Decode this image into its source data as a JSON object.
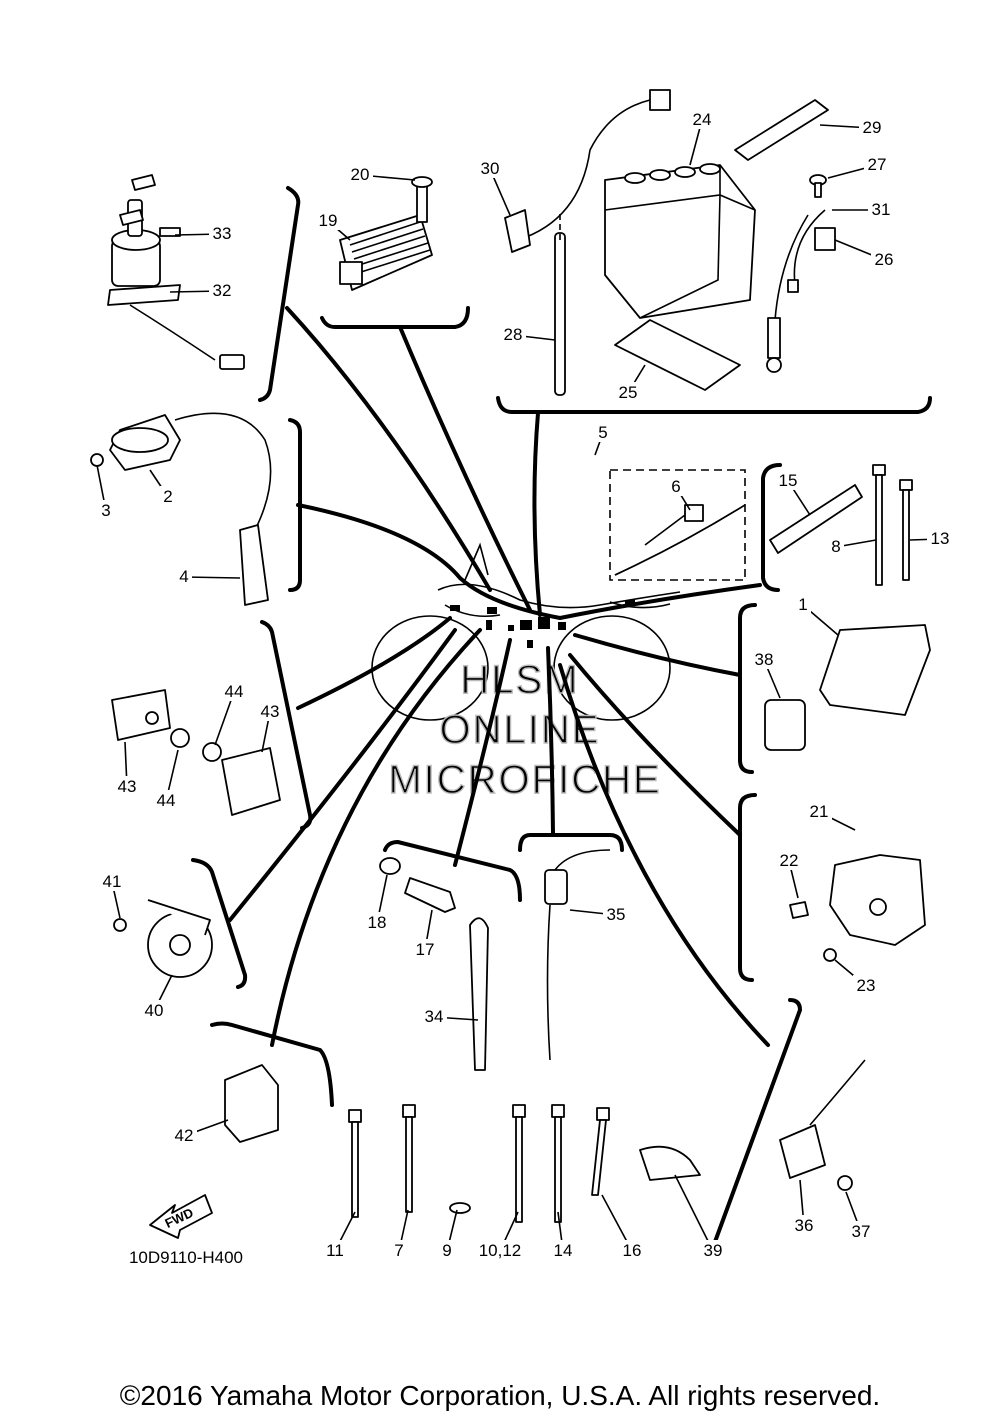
{
  "diagram": {
    "drawing_number": "10D9110-H400",
    "fwd_label": "FWD",
    "watermark": [
      "HLSM",
      "ONLINE",
      "MICROFICHE"
    ],
    "callouts": [
      "1",
      "2",
      "3",
      "4",
      "5",
      "6",
      "7",
      "8",
      "9",
      "10,12",
      "11",
      "13",
      "14",
      "15",
      "16",
      "17",
      "18",
      "19",
      "20",
      "21",
      "22",
      "23",
      "24",
      "25",
      "26",
      "27",
      "28",
      "29",
      "30",
      "31",
      "32",
      "33",
      "34",
      "35",
      "36",
      "37",
      "38",
      "39",
      "40",
      "41",
      "42",
      "43",
      "43",
      "44",
      "44"
    ]
  },
  "copyright": "©2016 Yamaha Motor Corporation, U.S.A. All rights reserved."
}
